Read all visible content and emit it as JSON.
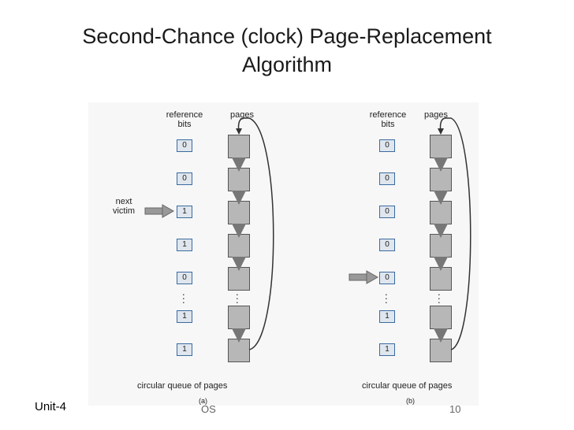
{
  "title": {
    "line1": "Second-Chance (clock) Page-Replacement",
    "line2": "Algorithm"
  },
  "panel_a": {
    "label_reference_bits_1": "reference",
    "label_reference_bits_2": "bits",
    "label_pages": "pages",
    "bits": [
      "0",
      "0",
      "1",
      "1",
      "0",
      "1",
      "1"
    ],
    "pointer_label_1": "next",
    "pointer_label_2": "victim",
    "caption": "circular queue of pages",
    "sublabel": "(a)"
  },
  "panel_b": {
    "label_reference_bits_1": "reference",
    "label_reference_bits_2": "bits",
    "label_pages": "pages",
    "bits": [
      "0",
      "0",
      "0",
      "0",
      "0",
      "1",
      "1"
    ],
    "caption": "circular queue of pages",
    "sublabel": "(b)"
  },
  "footer": {
    "left": "Unit-4",
    "mid": "OS",
    "right": "10"
  }
}
